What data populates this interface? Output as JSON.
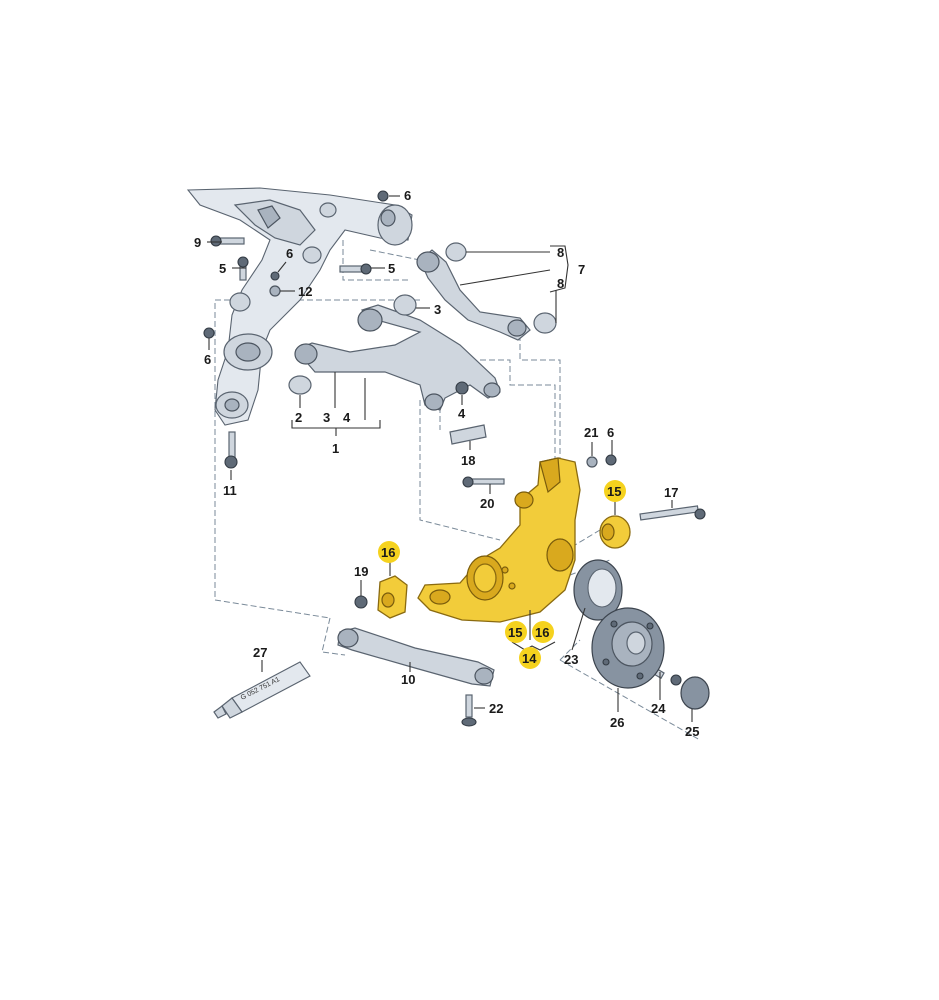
{
  "callouts": {
    "l1": "1",
    "l2": "2",
    "l3a": "3",
    "l3b": "3",
    "l4a": "4",
    "l4b": "4",
    "l5a": "5",
    "l5b": "5",
    "l6a": "6",
    "l6b": "6",
    "l6c": "6",
    "l6d": "6",
    "l7": "7",
    "l8a": "8",
    "l8b": "8",
    "l9": "9",
    "l10": "10",
    "l11": "11",
    "l12": "12",
    "l14": "14",
    "l15a": "15",
    "l15b": "15",
    "l16a": "16",
    "l16b": "16",
    "l17": "17",
    "l18": "18",
    "l19": "19",
    "l20": "20",
    "l21": "21",
    "l22": "22",
    "l23": "23",
    "l24": "24",
    "l25": "25",
    "l26": "26",
    "l27": "27"
  },
  "tube_text": "G 052 751 A1",
  "colors": {
    "highlight": "#f5d21e",
    "part_grey": "#cfd6de",
    "knuckle_gold": "#f2cc3a",
    "leader": "#333333"
  }
}
